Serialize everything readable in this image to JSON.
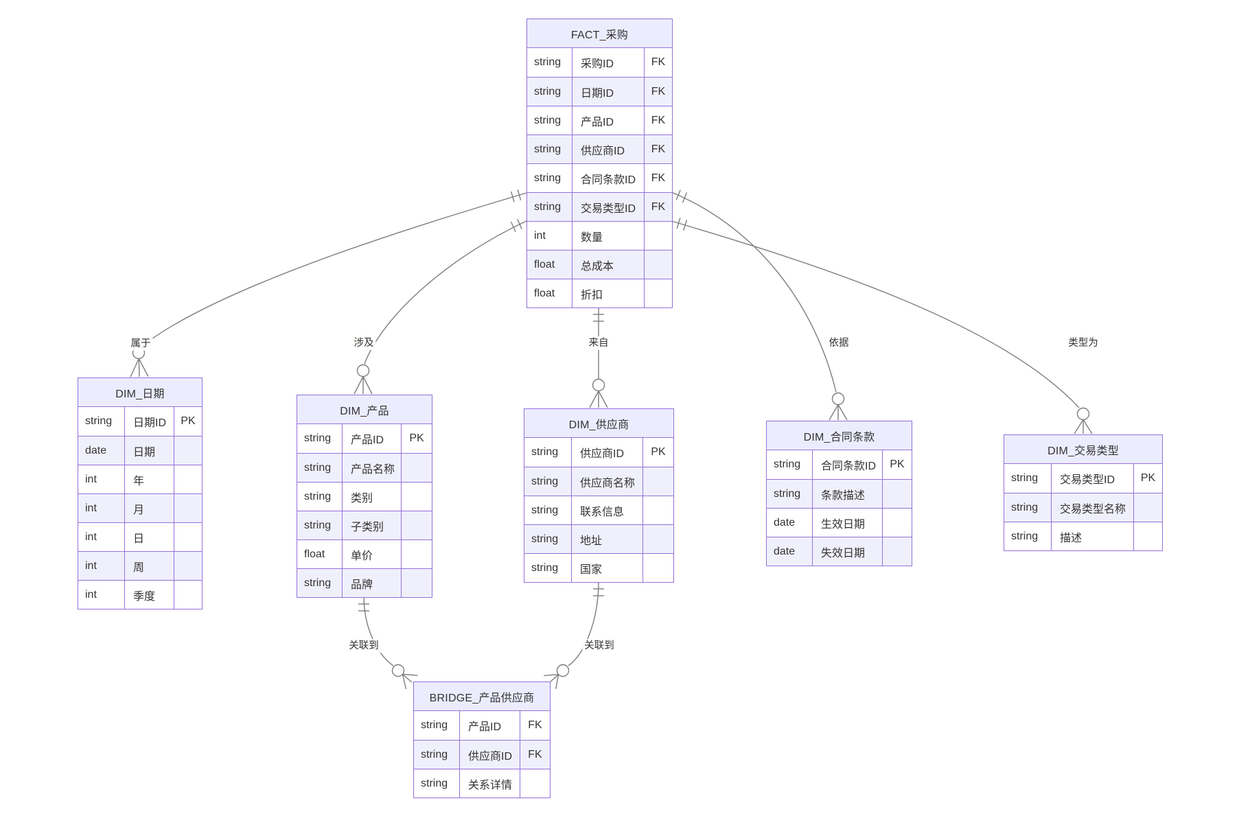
{
  "diagram": {
    "type": "er-diagram",
    "colors": {
      "entity_border": "#9370DB",
      "entity_header_fill": "#ECECFF",
      "row_even_fill": "#F0F0FC",
      "row_odd_fill": "#FFFFFF",
      "connector_line": "#7d7d7d",
      "text": "#333333",
      "background": "#FFFFFF"
    },
    "entities": [
      {
        "name": "FACT_采购",
        "rows": [
          {
            "type": "string",
            "attr": "采购ID",
            "key": "FK"
          },
          {
            "type": "string",
            "attr": "日期ID",
            "key": "FK"
          },
          {
            "type": "string",
            "attr": "产品ID",
            "key": "FK"
          },
          {
            "type": "string",
            "attr": "供应商ID",
            "key": "FK"
          },
          {
            "type": "string",
            "attr": "合同条款ID",
            "key": "FK"
          },
          {
            "type": "string",
            "attr": "交易类型ID",
            "key": "FK"
          },
          {
            "type": "int",
            "attr": "数量",
            "key": ""
          },
          {
            "type": "float",
            "attr": "总成本",
            "key": ""
          },
          {
            "type": "float",
            "attr": "折扣",
            "key": ""
          }
        ]
      },
      {
        "name": "DIM_日期",
        "rows": [
          {
            "type": "string",
            "attr": "日期ID",
            "key": "PK"
          },
          {
            "type": "date",
            "attr": "日期",
            "key": ""
          },
          {
            "type": "int",
            "attr": "年",
            "key": ""
          },
          {
            "type": "int",
            "attr": "月",
            "key": ""
          },
          {
            "type": "int",
            "attr": "日",
            "key": ""
          },
          {
            "type": "int",
            "attr": "周",
            "key": ""
          },
          {
            "type": "int",
            "attr": "季度",
            "key": ""
          }
        ]
      },
      {
        "name": "DIM_产品",
        "rows": [
          {
            "type": "string",
            "attr": "产品ID",
            "key": "PK"
          },
          {
            "type": "string",
            "attr": "产品名称",
            "key": ""
          },
          {
            "type": "string",
            "attr": "类别",
            "key": ""
          },
          {
            "type": "string",
            "attr": "子类别",
            "key": ""
          },
          {
            "type": "float",
            "attr": "单价",
            "key": ""
          },
          {
            "type": "string",
            "attr": "品牌",
            "key": ""
          }
        ]
      },
      {
        "name": "DIM_供应商",
        "rows": [
          {
            "type": "string",
            "attr": "供应商ID",
            "key": "PK"
          },
          {
            "type": "string",
            "attr": "供应商名称",
            "key": ""
          },
          {
            "type": "string",
            "attr": "联系信息",
            "key": ""
          },
          {
            "type": "string",
            "attr": "地址",
            "key": ""
          },
          {
            "type": "string",
            "attr": "国家",
            "key": ""
          }
        ]
      },
      {
        "name": "DIM_合同条款",
        "rows": [
          {
            "type": "string",
            "attr": "合同条款ID",
            "key": "PK"
          },
          {
            "type": "string",
            "attr": "条款描述",
            "key": ""
          },
          {
            "type": "date",
            "attr": "生效日期",
            "key": ""
          },
          {
            "type": "date",
            "attr": "失效日期",
            "key": ""
          }
        ]
      },
      {
        "name": "DIM_交易类型",
        "rows": [
          {
            "type": "string",
            "attr": "交易类型ID",
            "key": "PK"
          },
          {
            "type": "string",
            "attr": "交易类型名称",
            "key": ""
          },
          {
            "type": "string",
            "attr": "描述",
            "key": ""
          }
        ]
      },
      {
        "name": "BRIDGE_产品供应商",
        "rows": [
          {
            "type": "string",
            "attr": "产品ID",
            "key": "FK"
          },
          {
            "type": "string",
            "attr": "供应商ID",
            "key": "FK"
          },
          {
            "type": "string",
            "attr": "关系详情",
            "key": ""
          }
        ]
      }
    ],
    "relationships": [
      {
        "from": "FACT_采购",
        "to": "DIM_日期",
        "label": "属于",
        "cardinality": "exactly-one to zero-or-many"
      },
      {
        "from": "FACT_采购",
        "to": "DIM_产品",
        "label": "涉及",
        "cardinality": "exactly-one to zero-or-many"
      },
      {
        "from": "FACT_采购",
        "to": "DIM_供应商",
        "label": "来自",
        "cardinality": "exactly-one to zero-or-many"
      },
      {
        "from": "FACT_采购",
        "to": "DIM_合同条款",
        "label": "依据",
        "cardinality": "exactly-one to zero-or-many"
      },
      {
        "from": "FACT_采购",
        "to": "DIM_交易类型",
        "label": "类型为",
        "cardinality": "exactly-one to zero-or-many"
      },
      {
        "from": "DIM_产品",
        "to": "BRIDGE_产品供应商",
        "label": "关联到",
        "cardinality": "exactly-one to zero-or-many"
      },
      {
        "from": "DIM_供应商",
        "to": "BRIDGE_产品供应商",
        "label": "关联到",
        "cardinality": "exactly-one to zero-or-many"
      }
    ]
  }
}
